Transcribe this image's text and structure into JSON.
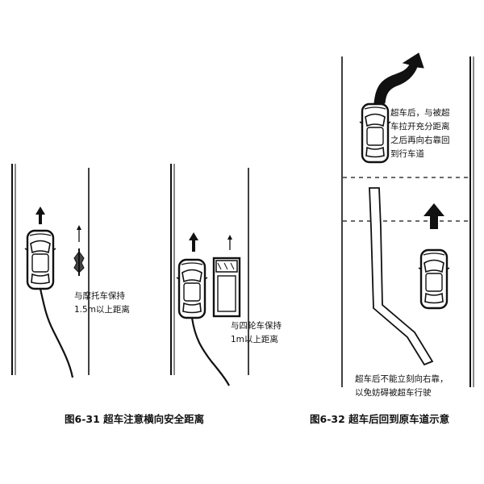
{
  "figure_31": {
    "motorcycle_note": [
      "与摩托车保持",
      "1.5m以上距离"
    ],
    "fourwheel_note": [
      "与四轮车保持",
      "1m以上距离"
    ],
    "caption": "图6-31   超车注意横向安全距离"
  },
  "figure_32": {
    "pull_back_note": [
      "超车后，与被超",
      "车拉开充分距离",
      "之后再向右靠回",
      "到行车道"
    ],
    "warning_note": [
      "超车后不能立刻向右靠，",
      "以免妨碍被超车行驶"
    ],
    "caption": "图6-32   超车后回到原车道示意"
  },
  "colors": {
    "ink": "#111111",
    "paper": "#ffffff",
    "gray": "#7a7a7a"
  }
}
